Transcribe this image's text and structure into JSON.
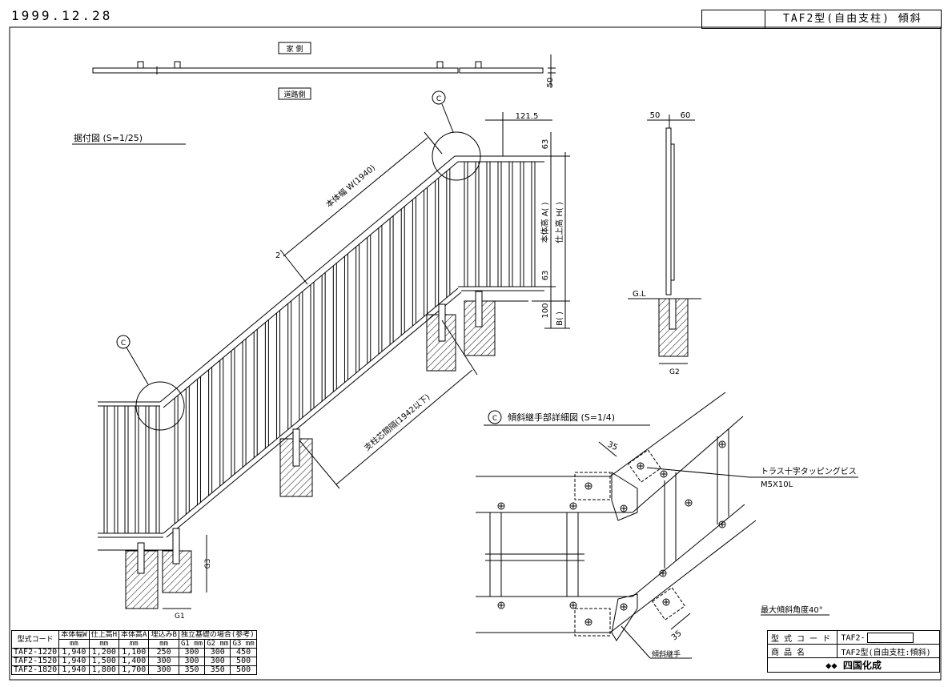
{
  "header": {
    "date": "1999.12.28",
    "title": "TAF2型(自由支柱) 傾斜"
  },
  "plan": {
    "house_side": "家 側",
    "road_side": "道路側",
    "thickness": "50"
  },
  "elevation": {
    "title": "据付図 (S=1/25)",
    "width_label": "本体幅 W(1940)",
    "post_interval": "支柱芯間隔(1942以下)",
    "top_offset": "121.5",
    "dim_63": "63",
    "dim_2": "2",
    "height_a": "本体高 A( )",
    "height_h": "仕上高 H( )",
    "embed_100": "100",
    "embed_b": "B( )",
    "g1": "G1",
    "g3": "G3",
    "callout": "C"
  },
  "section": {
    "dim_50": "50",
    "dim_60": "60",
    "gl": "G.L",
    "g2": "G2"
  },
  "detail": {
    "title": "傾斜継手部詳細図 (S=1/4)",
    "screw_label": "トラス十字タッピングビス",
    "screw_size": "M5X10L",
    "dim_35a": "35",
    "dim_35b": "35",
    "joint_label": "傾斜継手",
    "max_angle": "最大傾斜角度40°",
    "callout": "C"
  },
  "spec_table": {
    "headers": [
      "型式コード",
      "本体幅W",
      "仕上高H",
      "本体高A",
      "埋込みB",
      "独立基礎の場合(参考)"
    ],
    "units": [
      "mm",
      "mm",
      "mm",
      "mm"
    ],
    "sub_headers": [
      "G1 mm",
      "G2 mm",
      "G3 mm"
    ],
    "rows": [
      [
        "TAF2-1220",
        "1,940",
        "1,200",
        "1,100",
        "250",
        "300",
        "300",
        "450"
      ],
      [
        "TAF2-1520",
        "1,940",
        "1,500",
        "1,400",
        "300",
        "300",
        "300",
        "500"
      ],
      [
        "TAF2-1820",
        "1,940",
        "1,800",
        "1,700",
        "300",
        "350",
        "350",
        "500"
      ]
    ]
  },
  "info_block": {
    "code_label": "型 式 コ ー ド",
    "code_value": "TAF2-",
    "name_label": "商   品   名",
    "name_value": "TAF2型(自由支柱:傾斜)",
    "brand": "四国化成"
  }
}
